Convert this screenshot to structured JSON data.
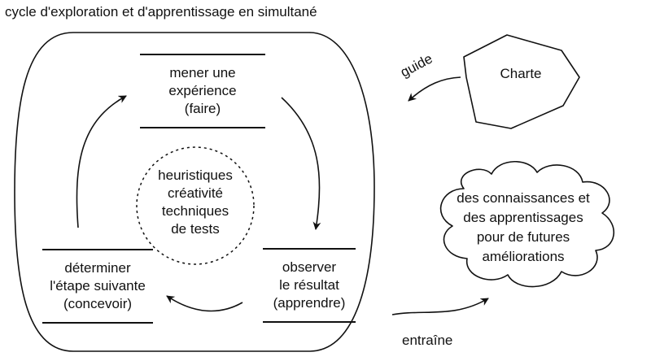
{
  "title": "cycle d'exploration et d'apprentissage en simultané",
  "steps": {
    "faire": [
      "mener une",
      "expérience",
      "(faire)"
    ],
    "apprendre": [
      "observer",
      "le résultat",
      "(apprendre)"
    ],
    "concevoir": [
      "déterminer",
      "l'étape suivante",
      "(concevoir)"
    ]
  },
  "center": [
    "heuristiques",
    "créativité",
    "techniques",
    "de tests"
  ],
  "charter": {
    "label": "Charte",
    "arrow_label": "guide"
  },
  "outcome": {
    "lines": [
      "des connaissances et",
      "des apprentissages",
      "pour de futures",
      "améliorations"
    ],
    "arrow_label": "entraîne"
  },
  "colors": {
    "stroke": "#111111",
    "background": "#ffffff"
  }
}
